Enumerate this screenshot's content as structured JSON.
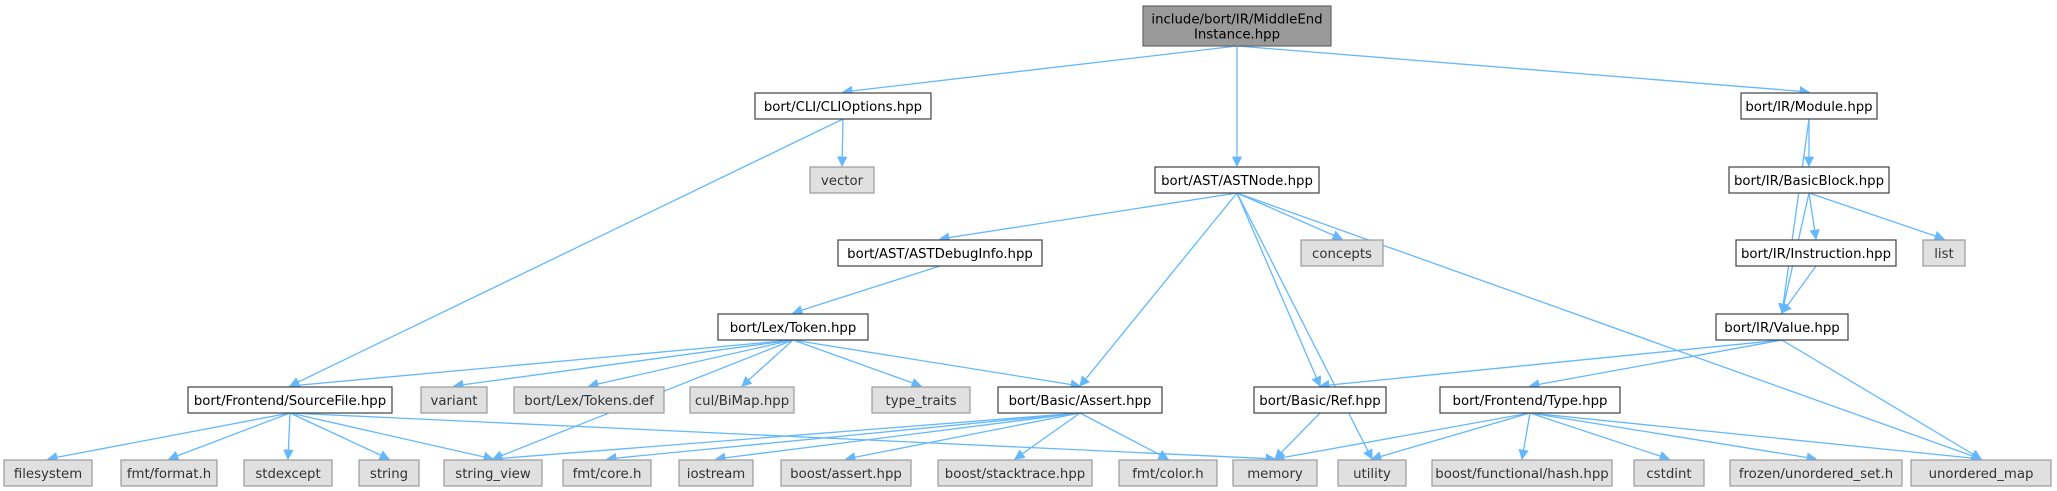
{
  "edge_color": "#63b8ff",
  "node_fill_local": "#ffffff",
  "node_fill_system": "#e0e0e0",
  "node_fill_root": "#999999",
  "nodes": [
    {
      "id": "root",
      "kind": "root",
      "lines": [
        "include/bort/IR/MiddleEnd",
        "Instance.hpp"
      ]
    },
    {
      "id": "clioptions",
      "kind": "local",
      "lines": [
        "bort/CLI/CLIOptions.hpp"
      ]
    },
    {
      "id": "astnode",
      "kind": "local",
      "lines": [
        "bort/AST/ASTNode.hpp"
      ]
    },
    {
      "id": "module",
      "kind": "local",
      "lines": [
        "bort/IR/Module.hpp"
      ]
    },
    {
      "id": "vector",
      "kind": "system",
      "lines": [
        "vector"
      ]
    },
    {
      "id": "basicblock",
      "kind": "local",
      "lines": [
        "bort/IR/BasicBlock.hpp"
      ]
    },
    {
      "id": "astdebuginfo",
      "kind": "local",
      "lines": [
        "bort/AST/ASTDebugInfo.hpp"
      ]
    },
    {
      "id": "concepts",
      "kind": "system",
      "lines": [
        "concepts"
      ]
    },
    {
      "id": "instruction",
      "kind": "local",
      "lines": [
        "bort/IR/Instruction.hpp"
      ]
    },
    {
      "id": "list",
      "kind": "system",
      "lines": [
        "list"
      ]
    },
    {
      "id": "token",
      "kind": "local",
      "lines": [
        "bort/Lex/Token.hpp"
      ]
    },
    {
      "id": "value",
      "kind": "local",
      "lines": [
        "bort/IR/Value.hpp"
      ]
    },
    {
      "id": "sourcefile",
      "kind": "local",
      "lines": [
        "bort/Frontend/SourceFile.hpp"
      ]
    },
    {
      "id": "variant",
      "kind": "system",
      "lines": [
        "variant"
      ]
    },
    {
      "id": "tokensdef",
      "kind": "system",
      "lines": [
        "bort/Lex/Tokens.def"
      ]
    },
    {
      "id": "bimap",
      "kind": "system",
      "lines": [
        "cul/BiMap.hpp"
      ]
    },
    {
      "id": "typetraits",
      "kind": "system",
      "lines": [
        "type_traits"
      ]
    },
    {
      "id": "assert",
      "kind": "local",
      "lines": [
        "bort/Basic/Assert.hpp"
      ]
    },
    {
      "id": "ref",
      "kind": "local",
      "lines": [
        "bort/Basic/Ref.hpp"
      ]
    },
    {
      "id": "type",
      "kind": "local",
      "lines": [
        "bort/Frontend/Type.hpp"
      ]
    },
    {
      "id": "filesystem",
      "kind": "system",
      "lines": [
        "filesystem"
      ]
    },
    {
      "id": "fmtformat",
      "kind": "system",
      "lines": [
        "fmt/format.h"
      ]
    },
    {
      "id": "stdexcept",
      "kind": "system",
      "lines": [
        "stdexcept"
      ]
    },
    {
      "id": "string",
      "kind": "system",
      "lines": [
        "string"
      ]
    },
    {
      "id": "stringview",
      "kind": "system",
      "lines": [
        "string_view"
      ]
    },
    {
      "id": "fmtcore",
      "kind": "system",
      "lines": [
        "fmt/core.h"
      ]
    },
    {
      "id": "iostream",
      "kind": "system",
      "lines": [
        "iostream"
      ]
    },
    {
      "id": "boostassert",
      "kind": "system",
      "lines": [
        "boost/assert.hpp"
      ]
    },
    {
      "id": "booststacktrace",
      "kind": "system",
      "lines": [
        "boost/stacktrace.hpp"
      ]
    },
    {
      "id": "fmtcolor",
      "kind": "system",
      "lines": [
        "fmt/color.h"
      ]
    },
    {
      "id": "memory",
      "kind": "system",
      "lines": [
        "memory"
      ]
    },
    {
      "id": "utility",
      "kind": "system",
      "lines": [
        "utility"
      ]
    },
    {
      "id": "boosthash",
      "kind": "system",
      "lines": [
        "boost/functional/hash.hpp"
      ]
    },
    {
      "id": "cstdint",
      "kind": "system",
      "lines": [
        "cstdint"
      ]
    },
    {
      "id": "frozenset",
      "kind": "system",
      "lines": [
        "frozen/unordered_set.h"
      ]
    },
    {
      "id": "unorderedmap",
      "kind": "system",
      "lines": [
        "unordered_map"
      ]
    }
  ],
  "edges": [
    [
      "root",
      "clioptions"
    ],
    [
      "root",
      "astnode"
    ],
    [
      "root",
      "module"
    ],
    [
      "clioptions",
      "vector"
    ],
    [
      "clioptions",
      "sourcefile"
    ],
    [
      "module",
      "basicblock"
    ],
    [
      "module",
      "value"
    ],
    [
      "basicblock",
      "instruction"
    ],
    [
      "basicblock",
      "list"
    ],
    [
      "basicblock",
      "value"
    ],
    [
      "instruction",
      "value"
    ],
    [
      "astnode",
      "astdebuginfo"
    ],
    [
      "astnode",
      "concepts"
    ],
    [
      "astnode",
      "assert"
    ],
    [
      "astnode",
      "ref"
    ],
    [
      "astnode",
      "utility"
    ],
    [
      "astnode",
      "unorderedmap"
    ],
    [
      "astdebuginfo",
      "token"
    ],
    [
      "token",
      "sourcefile"
    ],
    [
      "token",
      "variant"
    ],
    [
      "token",
      "tokensdef"
    ],
    [
      "token",
      "bimap"
    ],
    [
      "token",
      "typetraits"
    ],
    [
      "token",
      "assert"
    ],
    [
      "token",
      "stringview"
    ],
    [
      "value",
      "ref"
    ],
    [
      "value",
      "type"
    ],
    [
      "value",
      "unorderedmap"
    ],
    [
      "sourcefile",
      "filesystem"
    ],
    [
      "sourcefile",
      "fmtformat"
    ],
    [
      "sourcefile",
      "stdexcept"
    ],
    [
      "sourcefile",
      "string"
    ],
    [
      "sourcefile",
      "stringview"
    ],
    [
      "sourcefile",
      "memory"
    ],
    [
      "assert",
      "fmtcore"
    ],
    [
      "assert",
      "iostream"
    ],
    [
      "assert",
      "boostassert"
    ],
    [
      "assert",
      "booststacktrace"
    ],
    [
      "assert",
      "fmtcolor"
    ],
    [
      "assert",
      "stringview"
    ],
    [
      "ref",
      "memory"
    ],
    [
      "type",
      "memory"
    ],
    [
      "type",
      "utility"
    ],
    [
      "type",
      "boosthash"
    ],
    [
      "type",
      "cstdint"
    ],
    [
      "type",
      "frozenset"
    ],
    [
      "type",
      "unorderedmap"
    ]
  ]
}
